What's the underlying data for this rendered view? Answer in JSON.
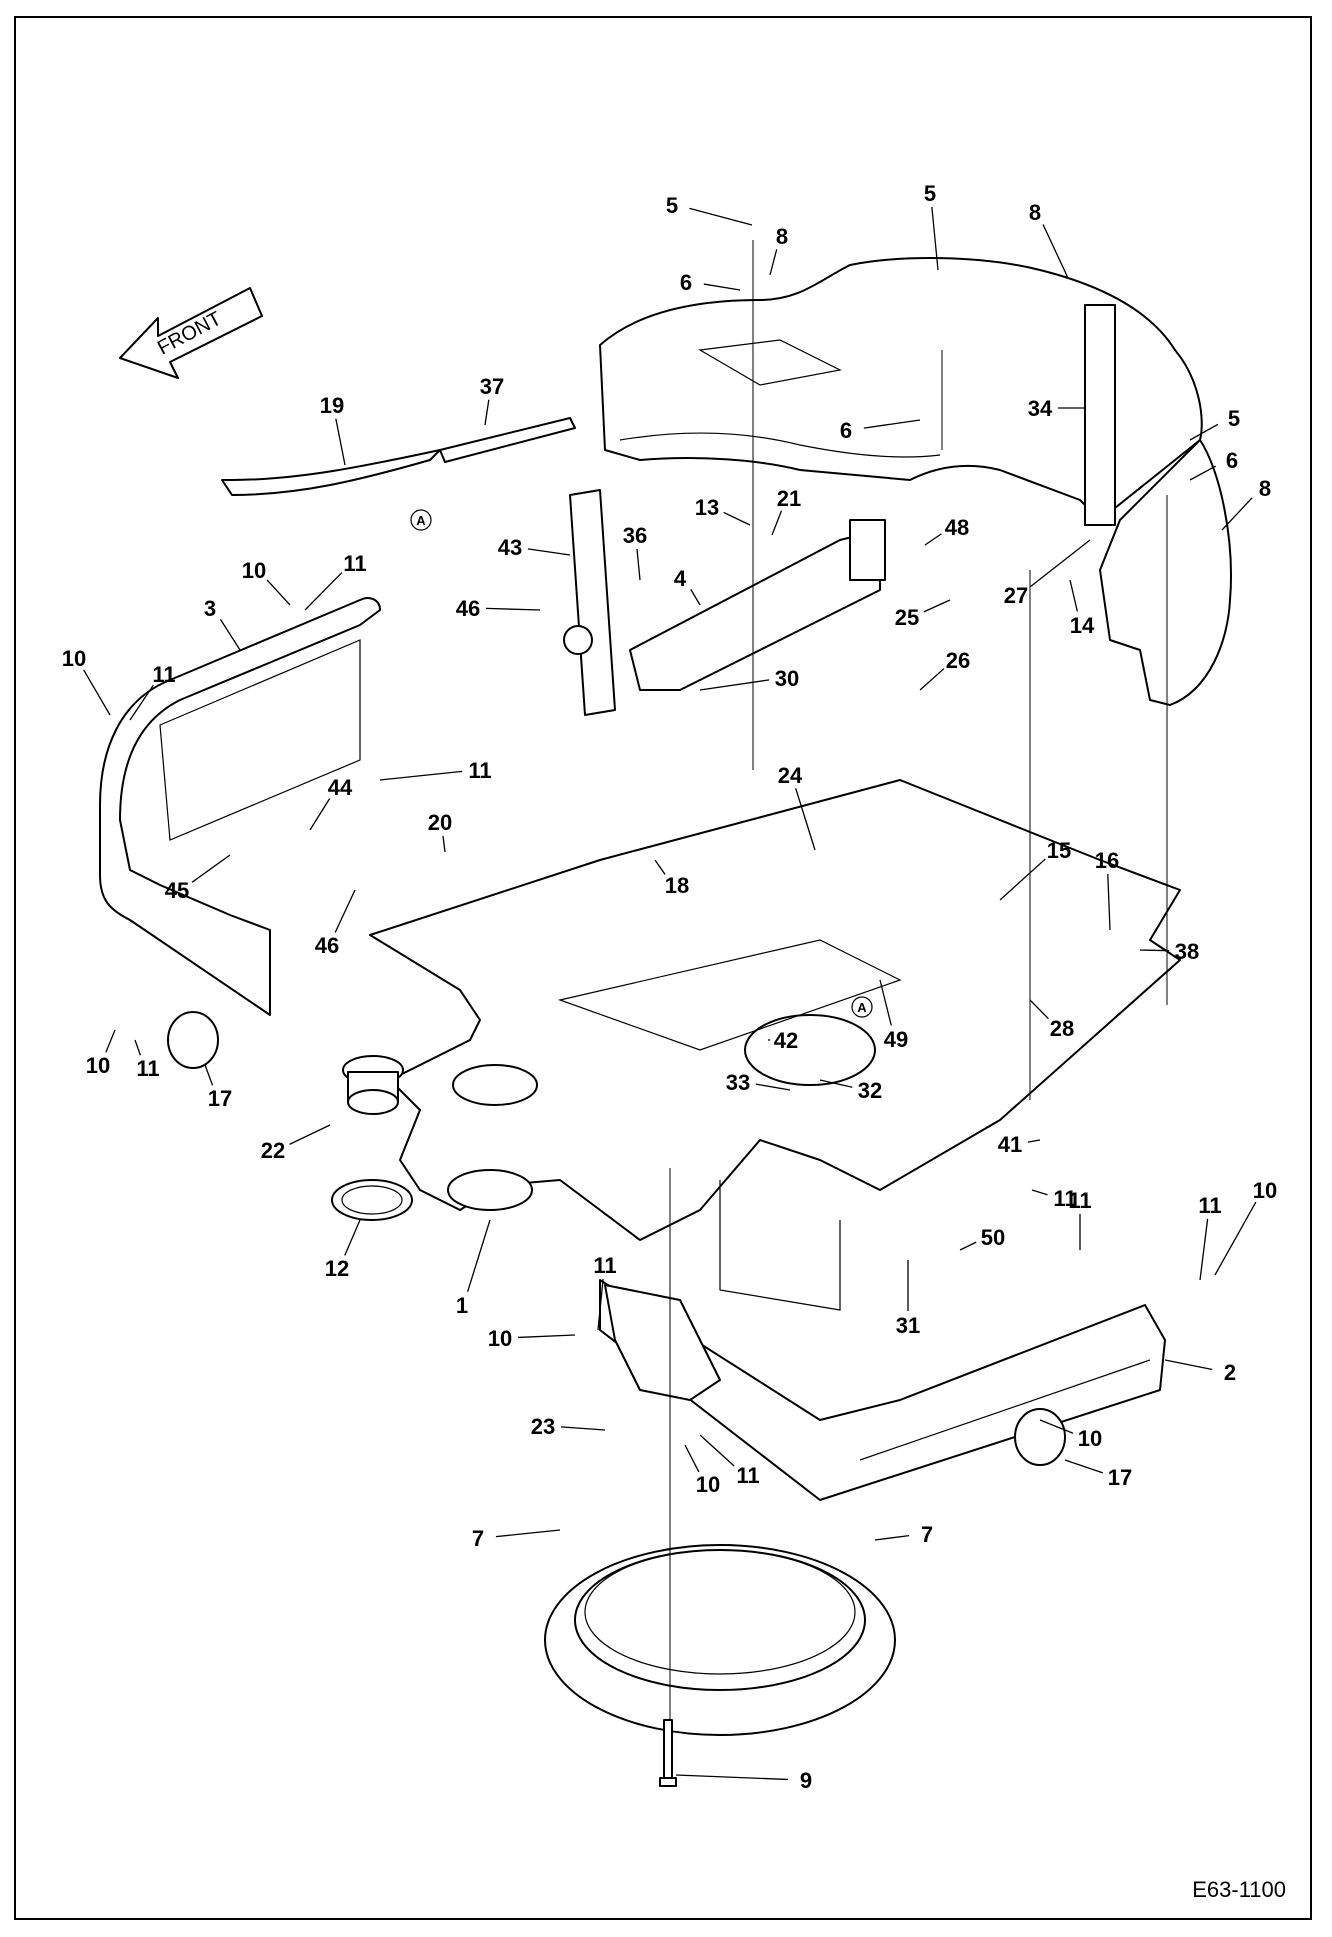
{
  "direction_label": "FRONT",
  "reference_mark": "A",
  "drawing_id": "E63-1100",
  "callouts": [
    "1",
    "2",
    "3",
    "4",
    "5",
    "5",
    "5",
    "6",
    "6",
    "6",
    "7",
    "7",
    "8",
    "8",
    "8",
    "9",
    "10",
    "10",
    "10",
    "10",
    "10",
    "10",
    "10",
    "11",
    "11",
    "11",
    "11",
    "11",
    "11",
    "11",
    "11",
    "11",
    "12",
    "13",
    "14",
    "15",
    "16",
    "17",
    "17",
    "18",
    "19",
    "20",
    "21",
    "22",
    "23",
    "24",
    "25",
    "26",
    "27",
    "28",
    "30",
    "31",
    "32",
    "33",
    "34",
    "36",
    "37",
    "38",
    "41",
    "42",
    "43",
    "44",
    "45",
    "46",
    "46",
    "48",
    "49",
    "50"
  ]
}
